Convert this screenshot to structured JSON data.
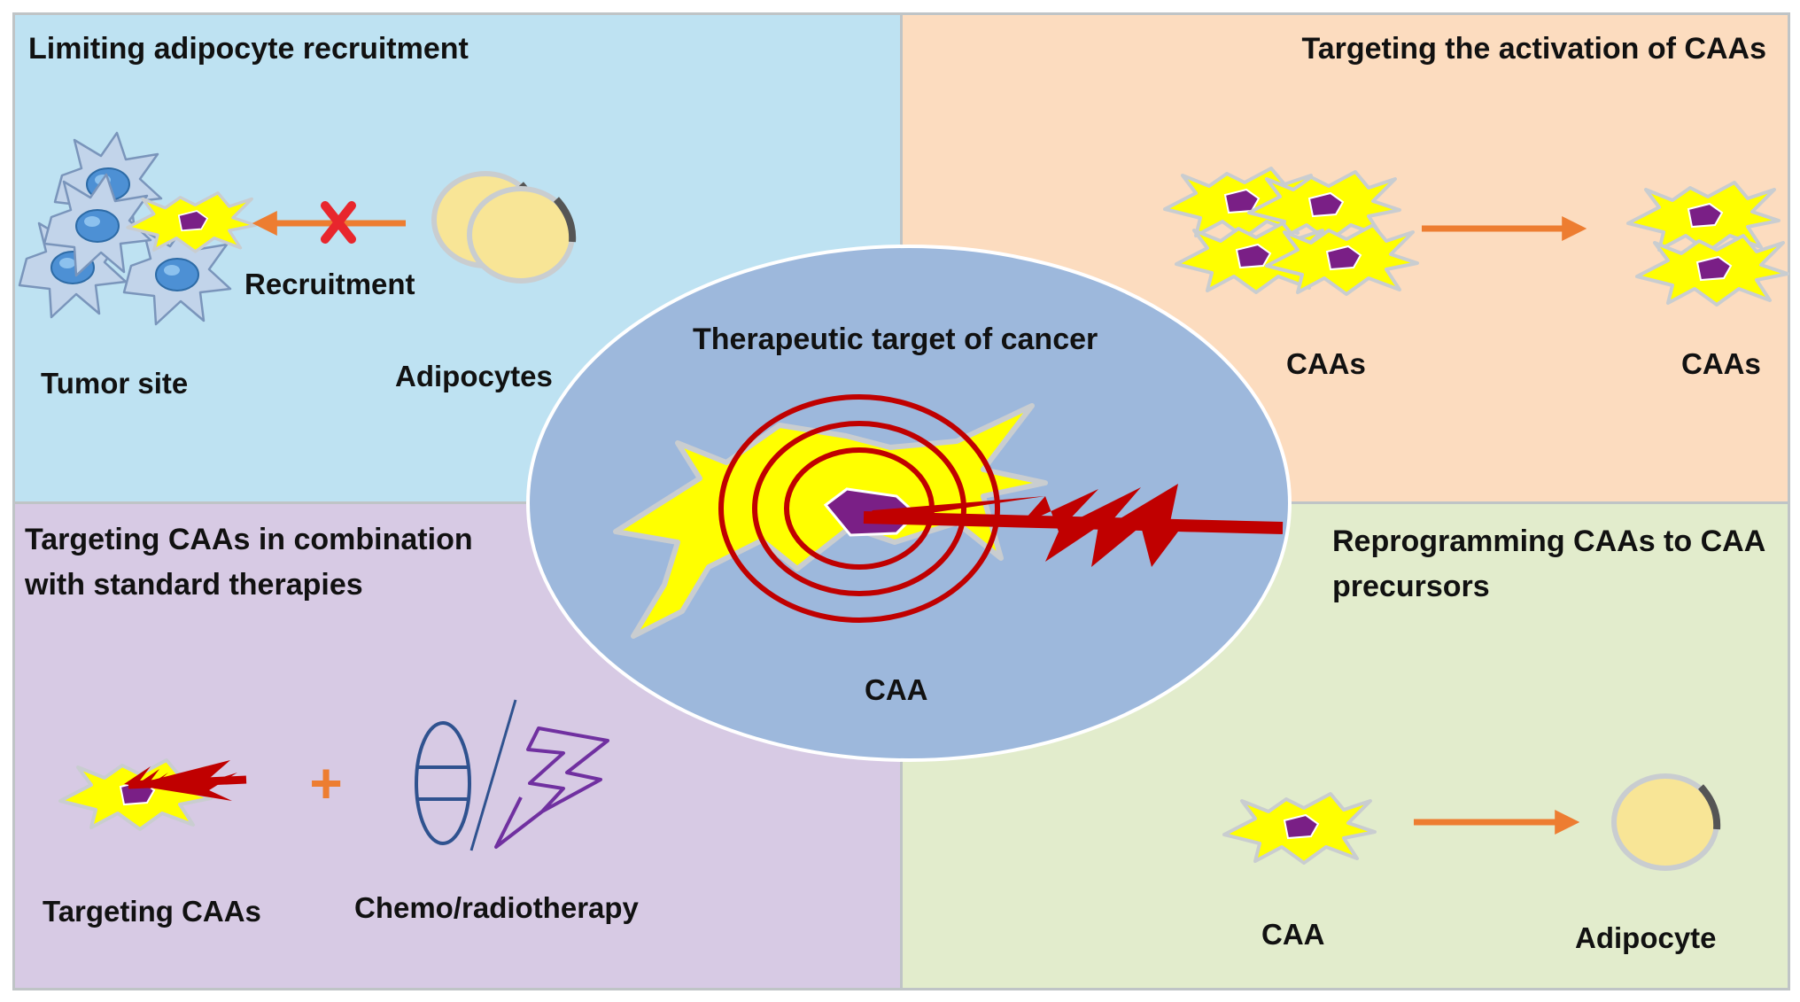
{
  "diagram": {
    "colors": {
      "top_left_bg": "#bee2f2",
      "top_right_bg": "#fcdcbf",
      "bottom_left_bg": "#d7cae4",
      "bottom_right_bg": "#e2eccc",
      "center_ellipse": "#9db8dc",
      "cell_body": "#ffff00",
      "cell_nucleus": "#7a1f86",
      "target_red": "#c00000",
      "arrow_orange": "#ed7d31"
    },
    "center": {
      "title": "Therapeutic target of cancer",
      "cell_label": "CAA"
    },
    "top_left": {
      "title": "Limiting adipocyte recruitment",
      "tumor_label": "Tumor site",
      "adipocytes_label": "Adipocytes",
      "recruitment_label": "Recruitment",
      "icons": [
        "tumor-cells-icon",
        "adipocytes-icon",
        "blocked-arrow-icon"
      ]
    },
    "top_right": {
      "title": "Targeting the activation of CAAs",
      "left_label": "CAAs",
      "right_label": "CAAs",
      "icons": [
        "caa-cluster-icon",
        "arrow-right-icon"
      ]
    },
    "bottom_left": {
      "title_line1": "Targeting CAAs in combination",
      "title_line2": "with standard therapies",
      "targeting_label": "Targeting CAAs",
      "chemo_label": "Chemo/radiotherapy",
      "plus_symbol": "+",
      "icons": [
        "targeted-caa-icon",
        "pill-icon",
        "lightning-icon"
      ]
    },
    "bottom_right": {
      "title_line1": "Reprogramming CAAs to CAA",
      "title_line2": "precursors",
      "caa_label": "CAA",
      "adipocyte_label": "Adipocyte",
      "icons": [
        "caa-icon",
        "arrow-right-icon",
        "adipocyte-icon"
      ]
    }
  }
}
